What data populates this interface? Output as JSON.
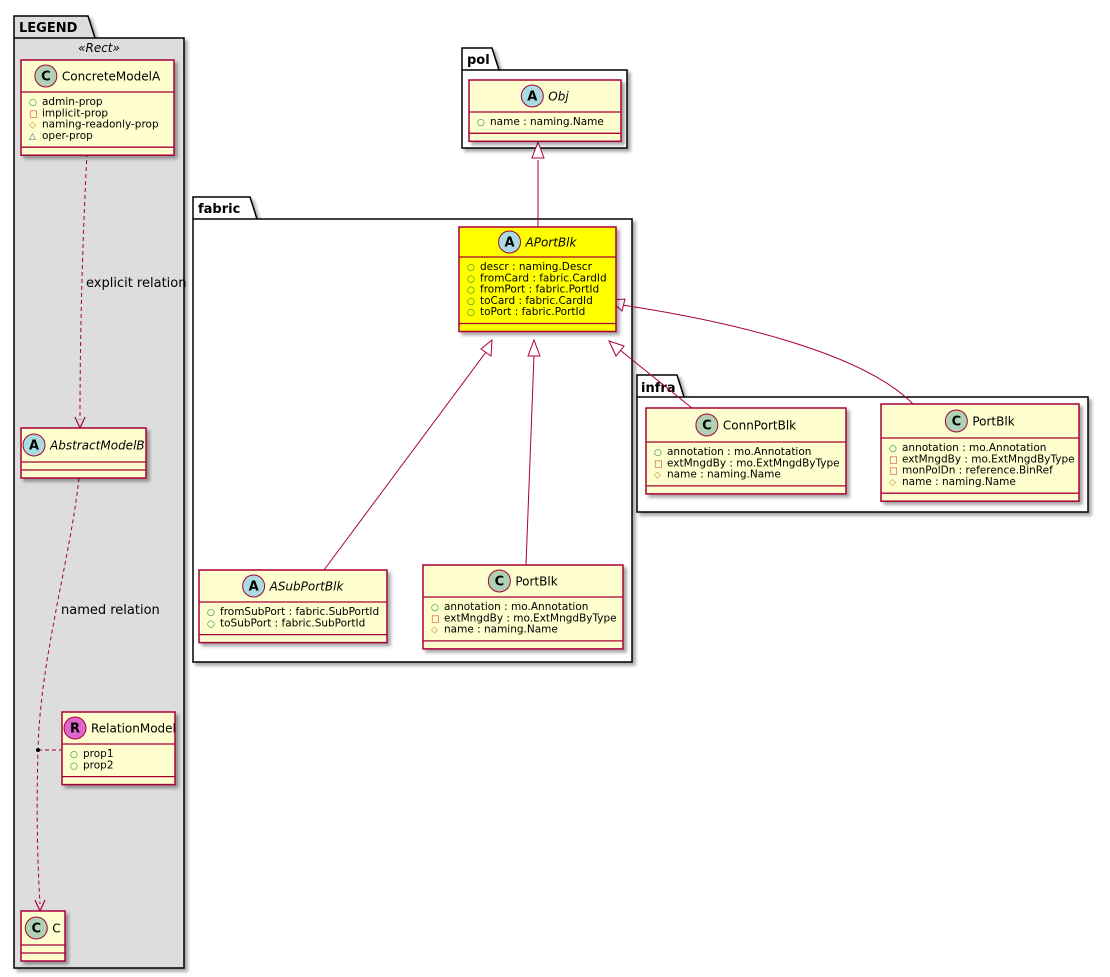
{
  "packages": {
    "legend": "LEGEND",
    "pol": "pol",
    "fabric": "fabric",
    "infra": "infra"
  },
  "legend": {
    "stereotype": "«Rect»",
    "concrete": {
      "letter": "C",
      "name": "ConcreteModelA",
      "attrs": [
        {
          "vis": "○",
          "text": "admin-prop"
        },
        {
          "vis": "□",
          "text": "implicit-prop"
        },
        {
          "vis": "◇",
          "text": "naming-readonly-prop"
        },
        {
          "vis": "△",
          "text": "oper-prop"
        }
      ]
    },
    "explicit_relation": "explicit relation",
    "abstract": {
      "letter": "A",
      "name": "AbstractModelB"
    },
    "named_relation": "named relation",
    "relation_model": {
      "letter": "R",
      "name": "RelationModel",
      "attrs": [
        {
          "vis": "○",
          "text": "prop1"
        },
        {
          "vis": "○",
          "text": "prop2"
        }
      ]
    },
    "c": {
      "letter": "C",
      "name": "C"
    }
  },
  "pol_obj": {
    "letter": "A",
    "name": "Obj",
    "attrs": [
      {
        "vis": "○",
        "text": "name : naming.Name"
      }
    ]
  },
  "aportblk": {
    "letter": "A",
    "name": "APortBlk",
    "attrs": [
      {
        "vis": "○",
        "text": "descr : naming.Descr"
      },
      {
        "vis": "○",
        "text": "fromCard : fabric.CardId"
      },
      {
        "vis": "○",
        "text": "fromPort : fabric.PortId"
      },
      {
        "vis": "○",
        "text": "toCard : fabric.CardId"
      },
      {
        "vis": "○",
        "text": "toPort : fabric.PortId"
      }
    ]
  },
  "asubportblk": {
    "letter": "A",
    "name": "ASubPortBlk",
    "attrs": [
      {
        "vis": "○",
        "text": "fromSubPort : fabric.SubPortId"
      },
      {
        "vis": "○",
        "text": "toSubPort : fabric.SubPortId"
      }
    ]
  },
  "fabric_portblk": {
    "letter": "C",
    "name": "PortBlk",
    "attrs": [
      {
        "vis": "○",
        "text": "annotation : mo.Annotation"
      },
      {
        "vis": "□",
        "text": "extMngdBy : mo.ExtMngdByType"
      },
      {
        "vis": "◇",
        "text": "name : naming.Name"
      }
    ]
  },
  "connportblk": {
    "letter": "C",
    "name": "ConnPortBlk",
    "attrs": [
      {
        "vis": "○",
        "text": "annotation : mo.Annotation"
      },
      {
        "vis": "□",
        "text": "extMngdBy : mo.ExtMngdByType"
      },
      {
        "vis": "◇",
        "text": "name : naming.Name"
      }
    ]
  },
  "infra_portblk": {
    "letter": "C",
    "name": "PortBlk",
    "attrs": [
      {
        "vis": "○",
        "text": "annotation : mo.Annotation"
      },
      {
        "vis": "□",
        "text": "extMngdBy : mo.ExtMngdByType"
      },
      {
        "vis": "□",
        "text": "monPolDn : reference.BinRef"
      },
      {
        "vis": "◇",
        "text": "name : naming.Name"
      }
    ]
  },
  "colors": {
    "class_fill": "#FEFECE",
    "class_border": "#A80036",
    "highlight_fill": "#FFFF00",
    "legend_bg": "#DDDDDD",
    "circle_c": "#ADD1B2",
    "circle_a": "#A9DCDF",
    "circle_r": "#E066CC",
    "vis_public": "#038048",
    "vis_private": "#C82930",
    "vis_protected": "#B38D22",
    "vis_package": "#1963A0"
  }
}
